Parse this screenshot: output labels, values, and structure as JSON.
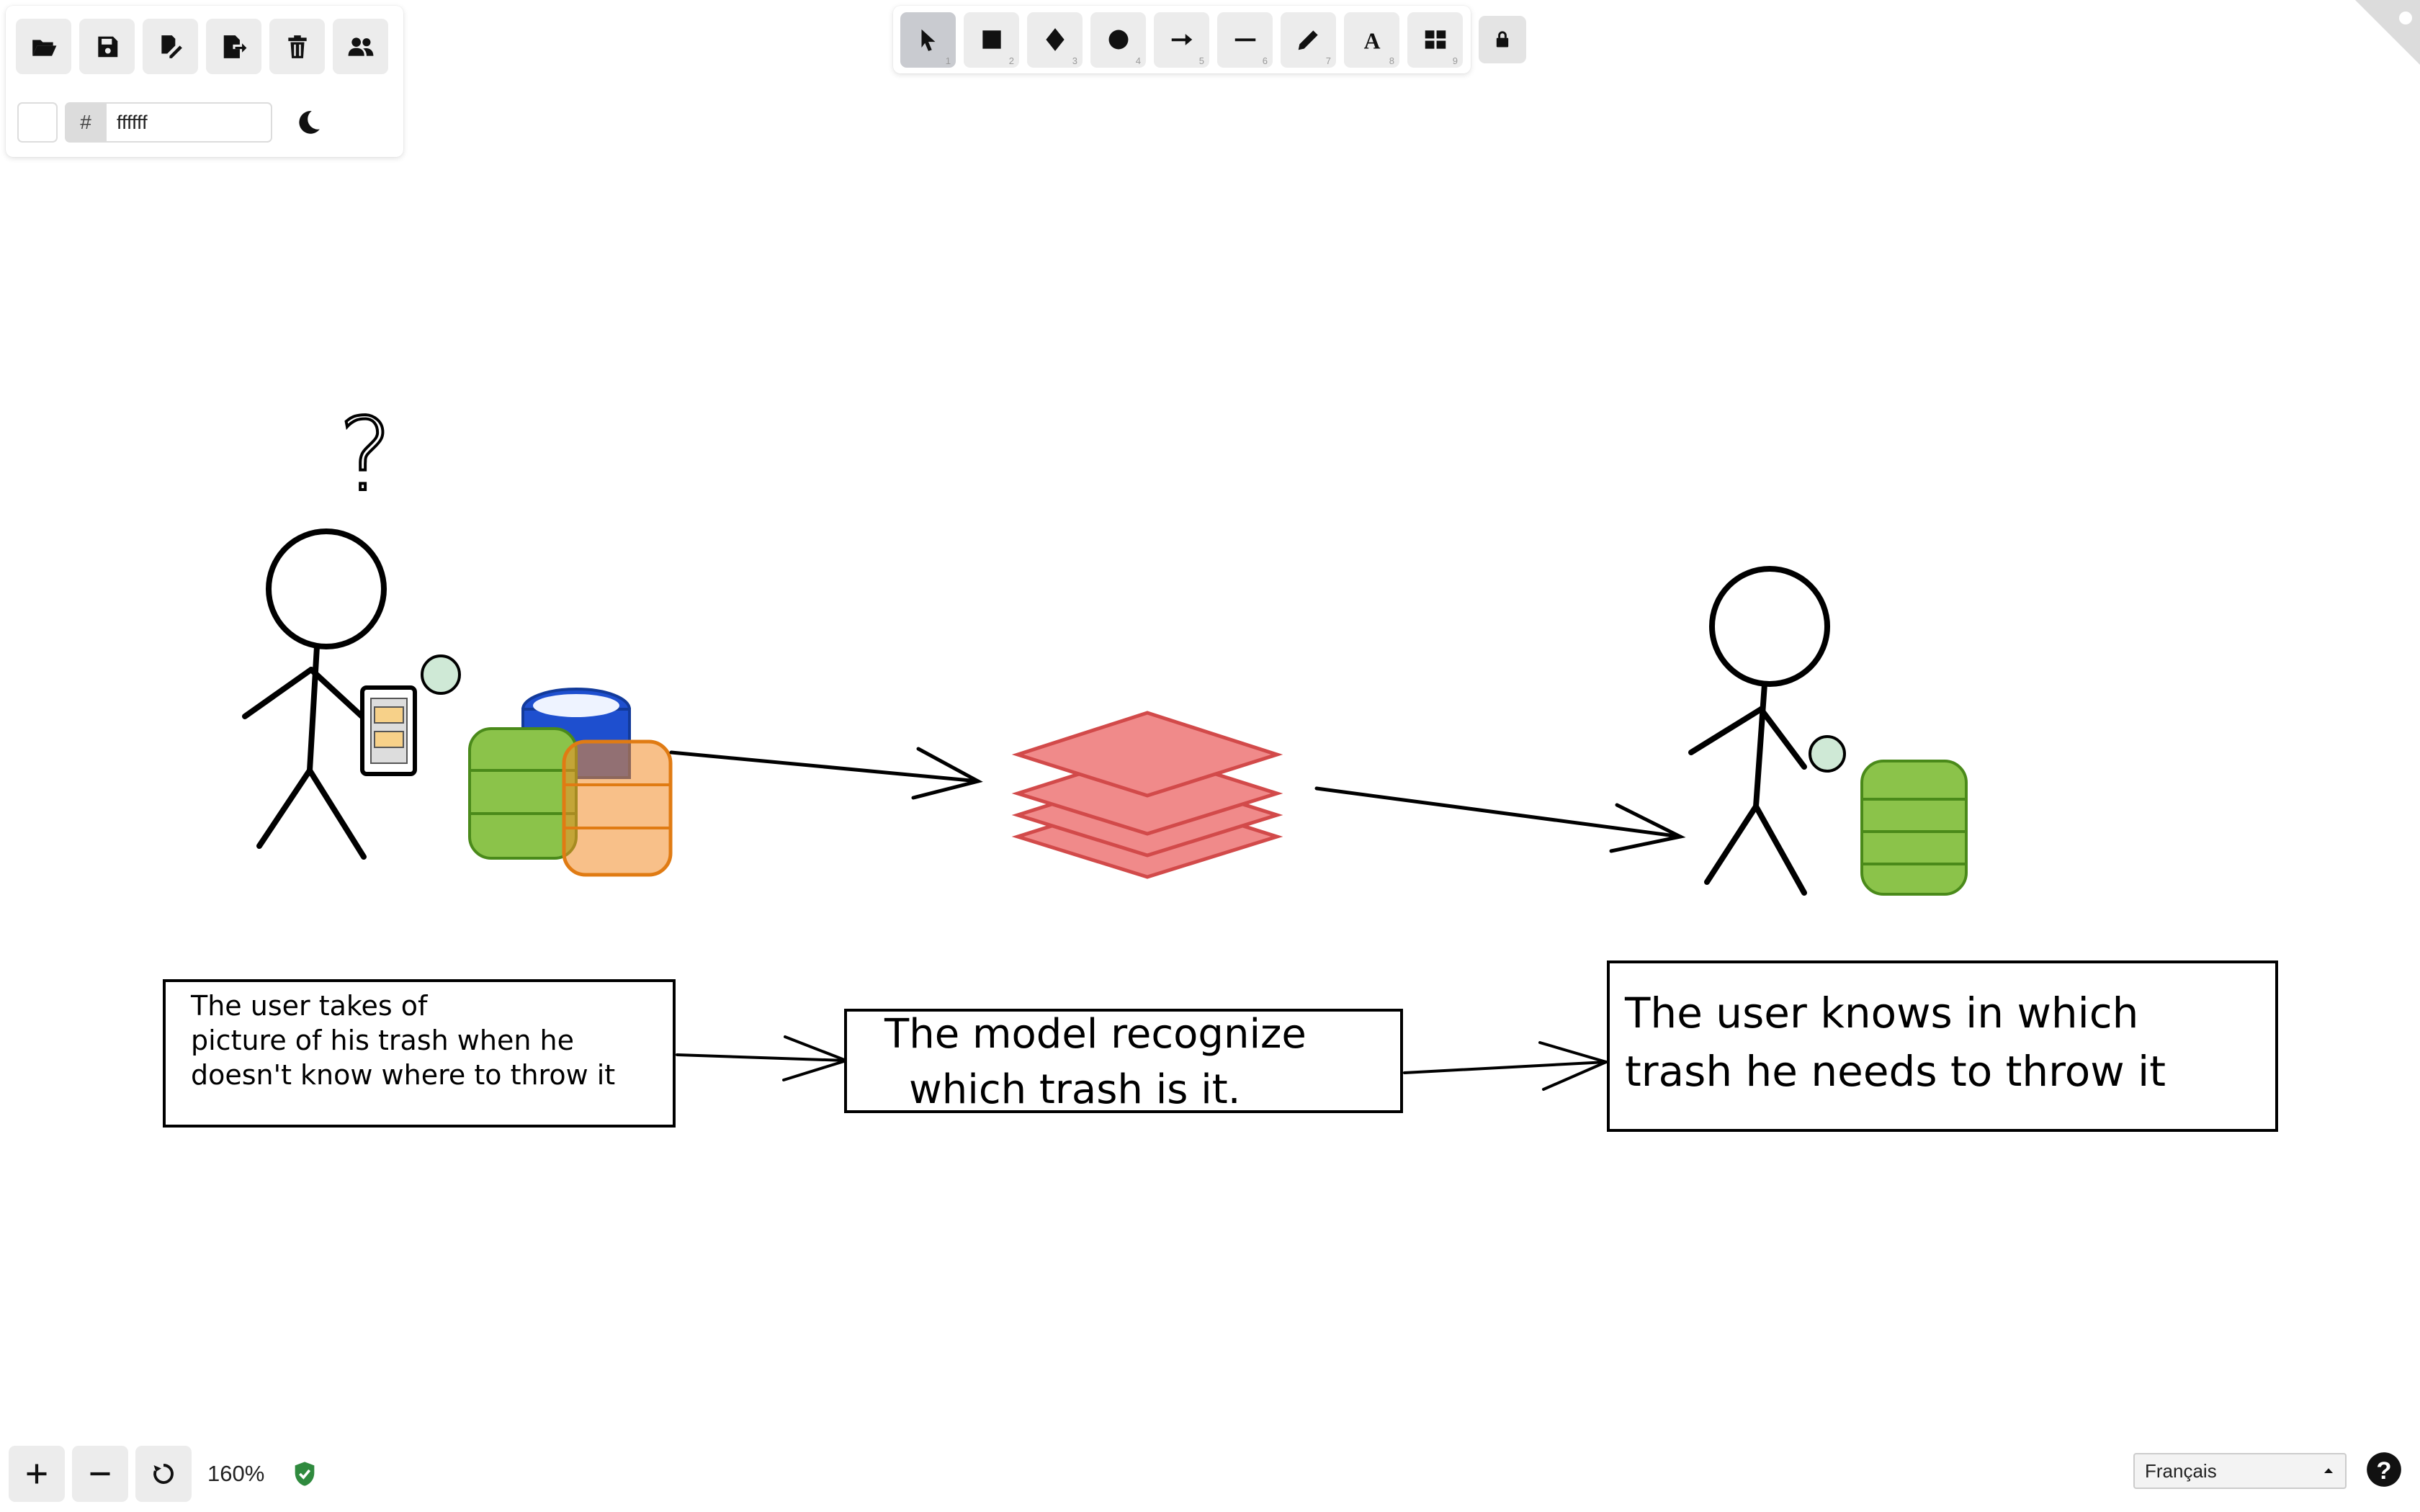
{
  "app": {
    "accent": "#c9cbd0",
    "toolbar_bg": "#ececec"
  },
  "top_left_panel": {
    "buttons": [
      {
        "icon": "folder-open-icon"
      },
      {
        "icon": "save-icon"
      },
      {
        "icon": "edit-file-icon"
      },
      {
        "icon": "export-icon"
      },
      {
        "icon": "trash-icon"
      },
      {
        "icon": "users-icon"
      }
    ],
    "color": {
      "hash": "#",
      "value": "ffffff"
    },
    "theme_icon": "moon-icon"
  },
  "tools": [
    {
      "name": "selection",
      "icon": "pointer-icon",
      "key": "1",
      "active": true
    },
    {
      "name": "rectangle",
      "icon": "square-icon",
      "key": "2"
    },
    {
      "name": "diamond",
      "icon": "diamond-icon",
      "key": "3"
    },
    {
      "name": "ellipse",
      "icon": "circle-icon",
      "key": "4"
    },
    {
      "name": "arrow",
      "icon": "arrow-icon",
      "key": "5"
    },
    {
      "name": "line",
      "icon": "line-icon",
      "key": "6"
    },
    {
      "name": "draw",
      "icon": "pencil-icon",
      "key": "7"
    },
    {
      "name": "text",
      "icon": "text-icon",
      "key": "8"
    },
    {
      "name": "library",
      "icon": "library-icon",
      "key": "9"
    }
  ],
  "canvas": {
    "question_mark": "?",
    "boxes": [
      {
        "lines": [
          "The user takes of",
          "picture of his trash when he",
          "doesn't know where to throw it"
        ]
      },
      {
        "lines": [
          "The model recognize",
          "which trash is it."
        ]
      },
      {
        "lines": [
          "The user knows in which",
          "trash he needs to throw it"
        ]
      }
    ],
    "colors": {
      "green_bin": "#8bc34a",
      "blue_bin": "#1e4fcf",
      "orange_bin": "#f28c28",
      "layers": "#f08a8a",
      "layers_stroke": "#d24a4a"
    }
  },
  "zoom": {
    "value": "160%"
  },
  "language": {
    "selected": "Français"
  }
}
